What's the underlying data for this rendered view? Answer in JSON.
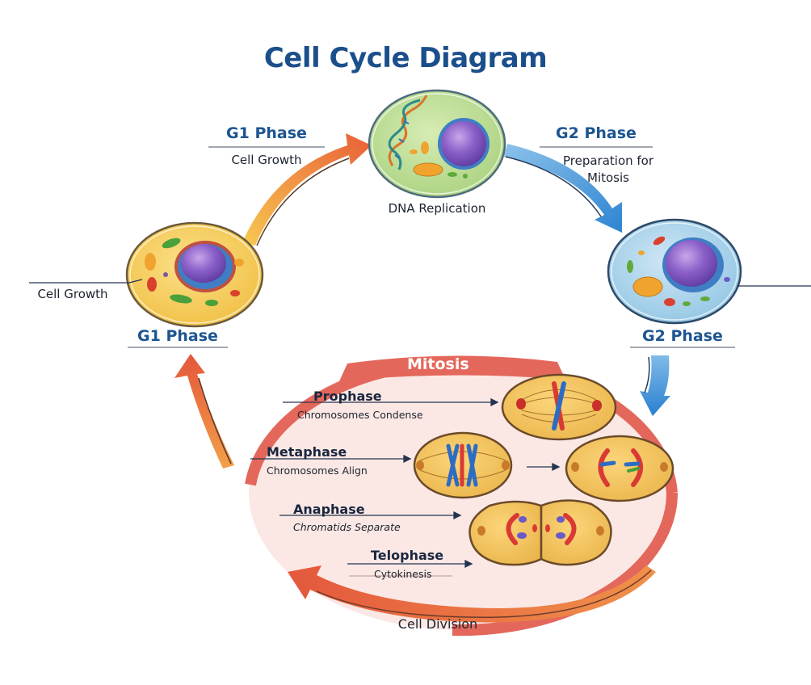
{
  "title": "Cell Cycle Diagram",
  "colors": {
    "title": "#1b4f8c",
    "g1_arrow_start": "#f6c24a",
    "g1_arrow_end": "#e8623a",
    "g2_arrow_start": "#7fb8e6",
    "g2_arrow_end": "#2f86d4",
    "mitosis_ring": "#e4665a",
    "mitosis_fill": "#fbe9e6"
  },
  "top_left_label": {
    "heading": "G1 Phase",
    "subtext": "Cell Growth"
  },
  "top_right_label": {
    "heading": "G2 Phase",
    "subtext_line1": "Preparation for",
    "subtext_line2": "Mitosis"
  },
  "s_phase_cell": {
    "caption": "DNA Replication"
  },
  "g1_cell": {
    "side_label": "Cell Growth",
    "caption": "G1 Phase"
  },
  "g2_cell": {
    "caption": "G2 Phase"
  },
  "mitosis": {
    "label": "Mitosis",
    "stages": [
      {
        "name": "Prophase",
        "description": "Chromosomes Condense"
      },
      {
        "name": "Metaphase",
        "description": "Chromosomes Align"
      },
      {
        "name": "Anaphase",
        "description": "Chromatids Separate"
      },
      {
        "name": "Telophase",
        "description": "Cytokinesis"
      }
    ]
  },
  "bottom_caption": "Cell Division"
}
